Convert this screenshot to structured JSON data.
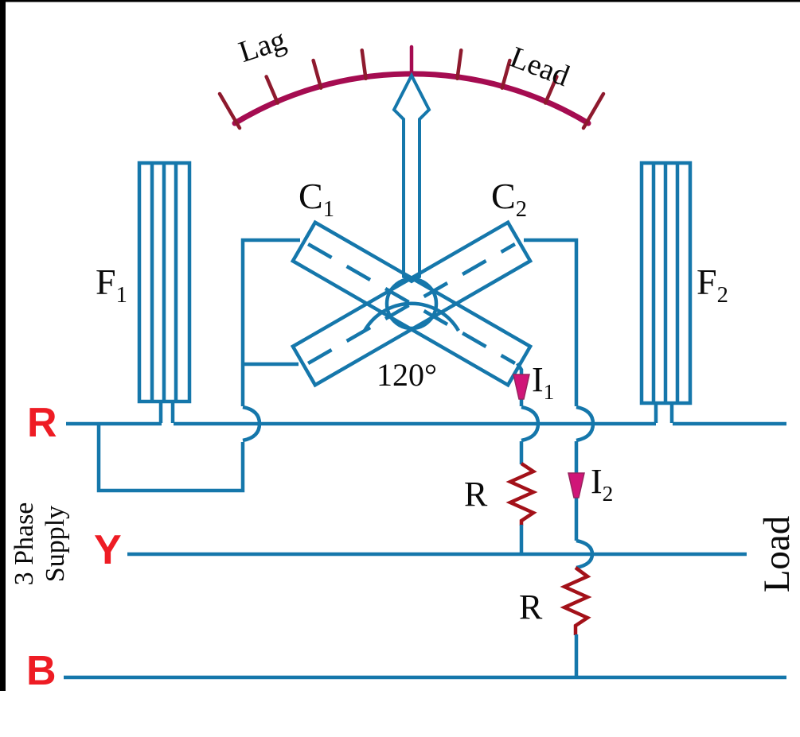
{
  "diagram": {
    "title_hint": "Crossed-coil power factor meter on a 3-phase supply",
    "scale": {
      "lag_label": "Lag",
      "lead_label": "Lead"
    },
    "moving_coils": {
      "c1": {
        "base": "C",
        "sub": "1"
      },
      "c2": {
        "base": "C",
        "sub": "2"
      },
      "angle_label": "120°"
    },
    "fixed_coils": {
      "f1": {
        "base": "F",
        "sub": "1"
      },
      "f2": {
        "base": "F",
        "sub": "2"
      }
    },
    "currents": {
      "i1": {
        "base": "I",
        "sub": "1"
      },
      "i2": {
        "base": "I",
        "sub": "2"
      }
    },
    "resistors": {
      "r1_label": "R",
      "r2_label": "R"
    },
    "phases": {
      "r_label": "R",
      "y_label": "Y",
      "b_label": "B"
    },
    "supply_label_line1": "3 Phase",
    "supply_label_line2": "Supply",
    "load_label": "Load"
  },
  "colors": {
    "wire_blue": "#1577AB",
    "scale_crimson": "#A50C51",
    "tick_dark_red": "#8E1A2E",
    "resistor_dark_red": "#A31119",
    "current_arrow_magenta": "#D01578",
    "phase_label_red": "#EE1C24",
    "text_black": "#0A0A0A"
  }
}
